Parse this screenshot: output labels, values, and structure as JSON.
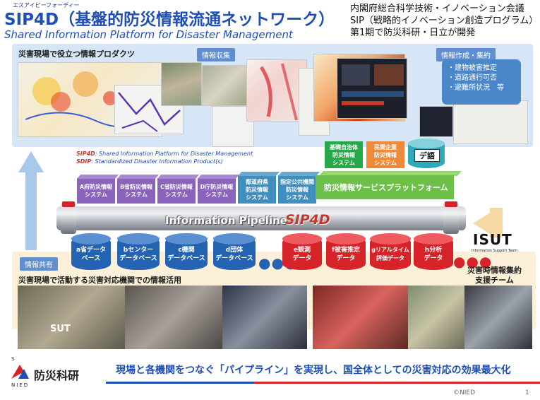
{
  "header": {
    "ruby": "エスアイピーフォーディー",
    "title": "SIP4D（基盤的防災情報流通ネットワーク）",
    "subtitle": "Shared Information Platform for Disaster Management",
    "org_lines": [
      "内閣府総合科学技術・イノベーション会議",
      "SIP（戦略的イノベーション創造プログラム）",
      "第1期で防災科研・日立が開発"
    ]
  },
  "upper": {
    "heading": "災害現場で役立つ情報プロダクツ",
    "collect_tag": "情報収集",
    "create_tag": "情報作成・集約",
    "create_items": [
      "・建物被害推定",
      "・道路通行可否",
      "・避難所状況　等"
    ]
  },
  "sip_definitions": [
    {
      "key": "SIP4D",
      "text": ": Shared Information Platform for Disaster Management"
    },
    {
      "key": "SDIP",
      "text": ": Standardized Disaster Information Product(s)"
    }
  ],
  "top_boxes": [
    {
      "lines": [
        "A府防災情報",
        "システム"
      ],
      "color": "purple"
    },
    {
      "lines": [
        "B省防災情報",
        "システム"
      ],
      "color": "purple"
    },
    {
      "lines": [
        "C省防災情報",
        "システム"
      ],
      "color": "purple"
    },
    {
      "lines": [
        "D庁防災情報",
        "システム"
      ],
      "color": "purple"
    },
    {
      "lines": [
        "都道府県",
        "防災情報",
        "システム"
      ],
      "color": "teal"
    },
    {
      "lines": [
        "指定公共機関",
        "防災情報",
        "システム"
      ],
      "color": "teal"
    }
  ],
  "platform": {
    "label": "防災情報サービスプラットフォーム",
    "boxes": [
      {
        "lines": [
          "基礎自治体",
          "防災情報",
          "システム"
        ],
        "color": "green"
      },
      {
        "lines": [
          "民間企業",
          "防災情報",
          "システム"
        ],
        "color": "orange"
      }
    ],
    "cylinder_label": "デ語"
  },
  "pipeline": {
    "label": "Information Pipeline",
    "logo": "SIP4D"
  },
  "blue_dbs": [
    {
      "lines": [
        "a省データ",
        "ベース"
      ]
    },
    {
      "lines": [
        "bセンター",
        "データベース"
      ]
    },
    {
      "lines": [
        "c機関",
        "データベース"
      ]
    },
    {
      "lines": [
        "d団体",
        "データベース"
      ]
    }
  ],
  "dots": "●●●",
  "red_dbs": [
    {
      "lines": [
        "e観測",
        "データ"
      ]
    },
    {
      "lines": [
        "f被害推定",
        "データ"
      ]
    },
    {
      "lines": [
        "gリアルタイム",
        "評価データ"
      ]
    },
    {
      "lines": [
        "h分析",
        "データ"
      ]
    }
  ],
  "isut": {
    "logo": "ISUT",
    "sub": "Information Support Team",
    "team_lines": [
      "災害時情報集約",
      "支援チーム"
    ]
  },
  "lower": {
    "share_tag": "情報共有",
    "heading": "災害現場で活動する災害対応機関での情報活用",
    "sut_mark": "SUT"
  },
  "footer": {
    "s_mark": "S",
    "nied_name": "防災科研",
    "nied_en": "NIED",
    "slogan": "現場と各機関をつなぐ「パイプライン」を実現し、国全体としての災害対応の効果最大化",
    "copyright": "©NIED",
    "page": "1"
  },
  "colors": {
    "title_blue": "#1f4fb5",
    "purple_box": "#8a63bd",
    "teal_box": "#3f8ec0",
    "green_platform": "#6cc04a",
    "db_blue": "#2462b2",
    "db_red": "#d6232a",
    "lower_panel": "#fcf0d8",
    "upper_panel": "#d6e6f6"
  }
}
